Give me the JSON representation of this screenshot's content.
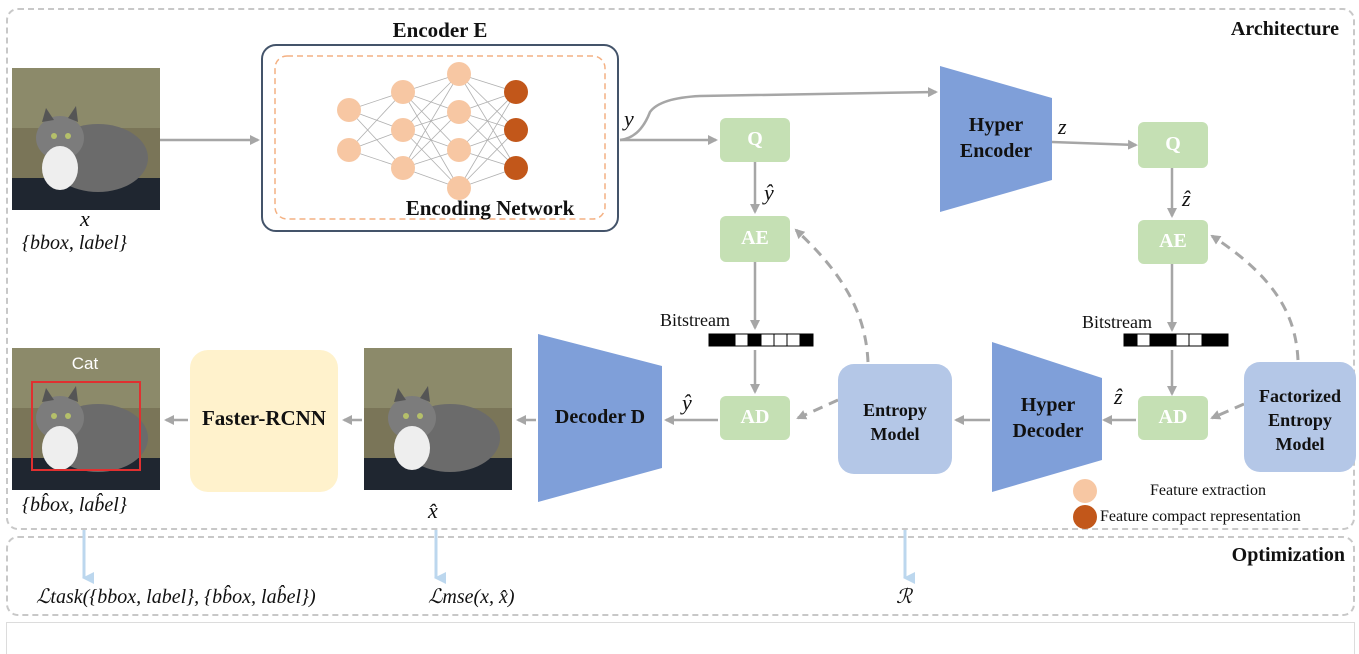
{
  "sections": {
    "architecture": "Architecture",
    "optimization": "Optimization"
  },
  "encoder": {
    "title": "Encoder E",
    "network_label": "Encoding Network"
  },
  "blocks": {
    "q1": "Q",
    "q2": "Q",
    "ae1": "AE",
    "ae2": "AE",
    "ad1": "AD",
    "ad2": "AD",
    "hyper_encoder": "Hyper Encoder",
    "hyper_decoder": "Hyper Decoder",
    "decoder": "Decoder D",
    "entropy_model": "Entropy Model",
    "factorized_entropy_model": "Factorized Entropy Model",
    "faster_rcnn": "Faster-RCNN"
  },
  "signals": {
    "x": "x",
    "x_annotation": "{bbox, label}",
    "y": "y",
    "y_hat_q": "ŷ",
    "y_hat_decoder": "ŷ",
    "z": "z",
    "z_hat_q": "ẑ",
    "z_hat_ad": "ẑ",
    "x_hat": "x̂",
    "output_annotation": "{bb̂ox, lab̂el}",
    "bitstream1": "Bitstream",
    "bitstream2": "Bitstream",
    "detection_label": "Cat"
  },
  "legend": {
    "feature_extraction": "Feature extraction",
    "feature_compact": "Feature compact representation",
    "light_color": "#f7c7a3",
    "dark_color": "#c2571a"
  },
  "losses": {
    "task": "ℒtask({bbox, label}, {bb̂ox, lab̂el})",
    "mse": "ℒmse(x, x̂)",
    "rate": "ℛ"
  },
  "colors": {
    "green_block": "#c5e0b4",
    "blue_block": "#7f9fd9",
    "light_blue_block": "#b4c7e7",
    "yellow_block": "#fff2cc",
    "arrow": "#a6a6a6",
    "detection_box": "#e03030"
  }
}
